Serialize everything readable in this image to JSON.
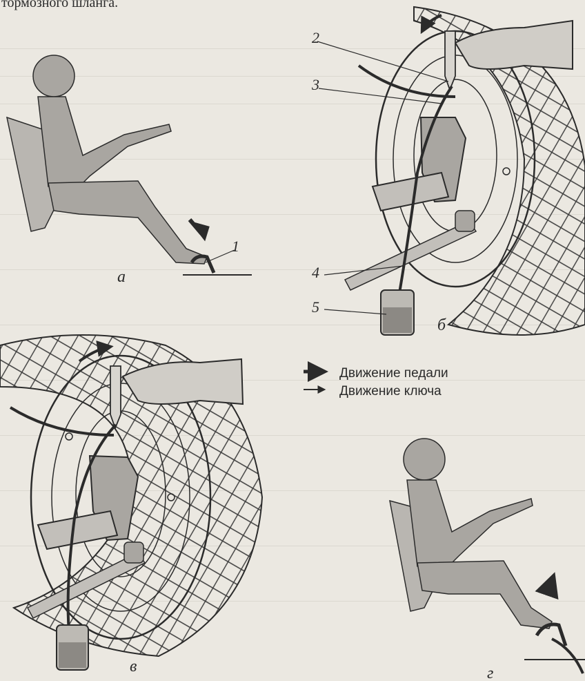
{
  "top_fragment": "тормозного шланга.",
  "panels": {
    "a": "а",
    "b": "б",
    "v": "в",
    "g": "г"
  },
  "callouts": {
    "n1": "1",
    "n2": "2",
    "n3": "3",
    "n4": "4",
    "n5": "5"
  },
  "legend": {
    "pedal": "Движение педали",
    "key": "Движение ключа"
  },
  "colors": {
    "ink": "#2b2b2b",
    "fill_gray": "#a9a6a1",
    "fluid": "#8c8984"
  }
}
